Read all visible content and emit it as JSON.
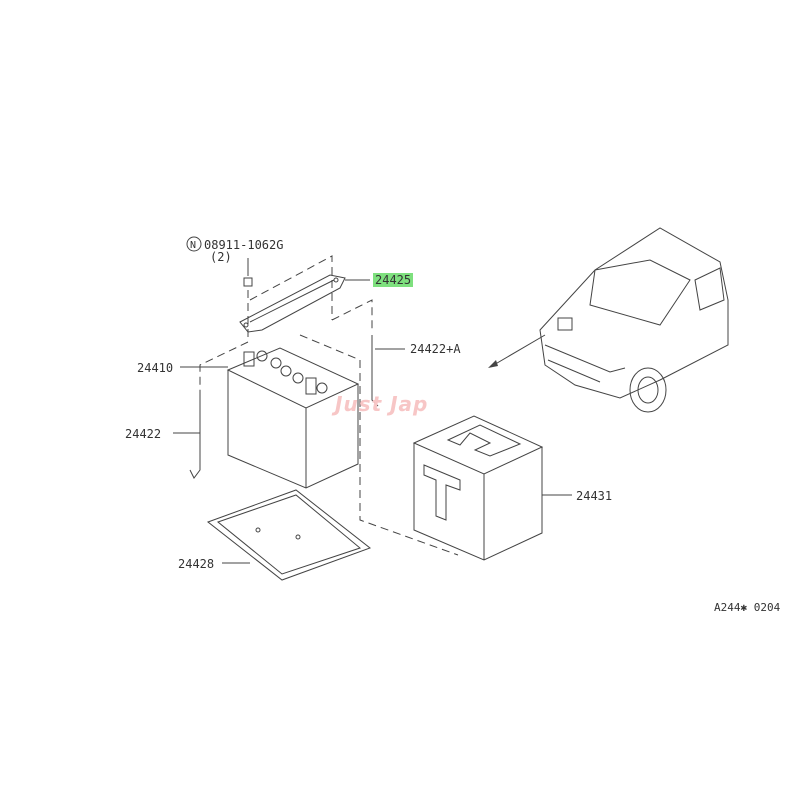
{
  "diagram": {
    "parts": [
      {
        "number": "08911-1062G",
        "qty": "(2)",
        "prefix_symbol": "N"
      },
      {
        "number": "24425",
        "highlighted": true
      },
      {
        "number": "24422+A"
      },
      {
        "number": "24410"
      },
      {
        "number": "24422"
      },
      {
        "number": "24431"
      },
      {
        "number": "24428"
      }
    ],
    "watermark": "Just Jap",
    "diagram_code": "A244✱ 0204",
    "colors": {
      "highlight": "#7ee07e",
      "line": "#444444",
      "watermark": "#f4a5a5"
    }
  }
}
